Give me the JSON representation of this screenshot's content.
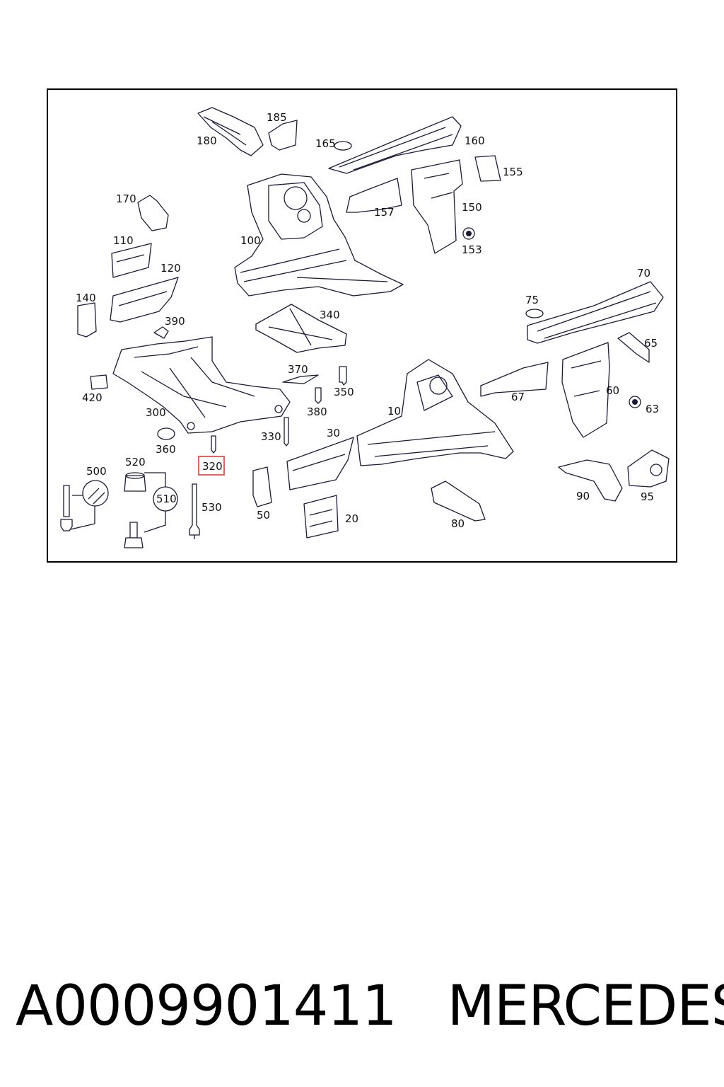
{
  "diagram": {
    "highlight_color": "#e53935",
    "highlighted_part": "320",
    "callouts": [
      "10",
      "20",
      "30",
      "50",
      "60",
      "63",
      "65",
      "67",
      "70",
      "75",
      "80",
      "90",
      "95",
      "100",
      "110",
      "120",
      "140",
      "150",
      "153",
      "155",
      "157",
      "160",
      "165",
      "170",
      "180",
      "185",
      "300",
      "320",
      "330",
      "340",
      "350",
      "360",
      "370",
      "380",
      "390",
      "420",
      "500",
      "510",
      "520",
      "530"
    ]
  },
  "caption": {
    "part_number": "A0009901411",
    "brand": "MERCEDES"
  }
}
